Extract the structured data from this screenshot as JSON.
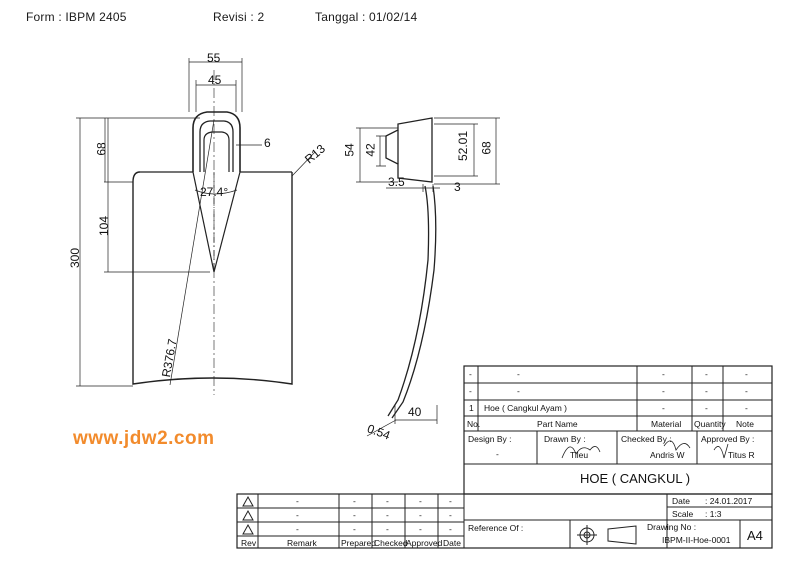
{
  "header": {
    "form": "Form : IBPM 2405",
    "revisi": "Revisi : 2",
    "tanggal": "Tanggal : 01/02/14"
  },
  "watermark": "www.jdw2.com",
  "dimensions": {
    "d55": "55",
    "d45": "45",
    "d6": "6",
    "r13": "R13",
    "d68": "68",
    "d104": "104",
    "d300": "300",
    "ang": "27.4°",
    "r3767": "R376.7",
    "d54": "54",
    "d42": "42",
    "d5201": "52.01",
    "d68b": "68",
    "d35": "3.5",
    "d3": "3",
    "d40": "40",
    "d054": "0.54"
  },
  "title_block": {
    "dash": "-",
    "row_no": "1",
    "part_value": "Hoe ( Cangkul Ayam )",
    "h_no": "No.",
    "h_part": "Part Name",
    "h_material": "Material",
    "h_quantity": "Quantity",
    "h_note": "Note",
    "design_by": "Design By :",
    "drawn_by": "Drawn By :",
    "drawn_name": "Tileu",
    "checked_by": "Checked By :",
    "checked_name": "Andris W",
    "approved_by": "Approved By :",
    "approved_name": "Titus R",
    "title": "HOE ( CANGKUL )",
    "date_label": "Date",
    "date_value": ": 24.01.2017",
    "scale_label": "Scale",
    "scale_value": ": 1:3",
    "reference": "Reference Of :",
    "drawing_no_label": "Drawing No :",
    "drawing_no": "IBPM-II-Hoe-0001",
    "sheet": "A4"
  },
  "revision_table": {
    "headers": [
      "Rev",
      "Remark",
      "Prepared",
      "Checked",
      "Approved",
      "Date"
    ]
  }
}
